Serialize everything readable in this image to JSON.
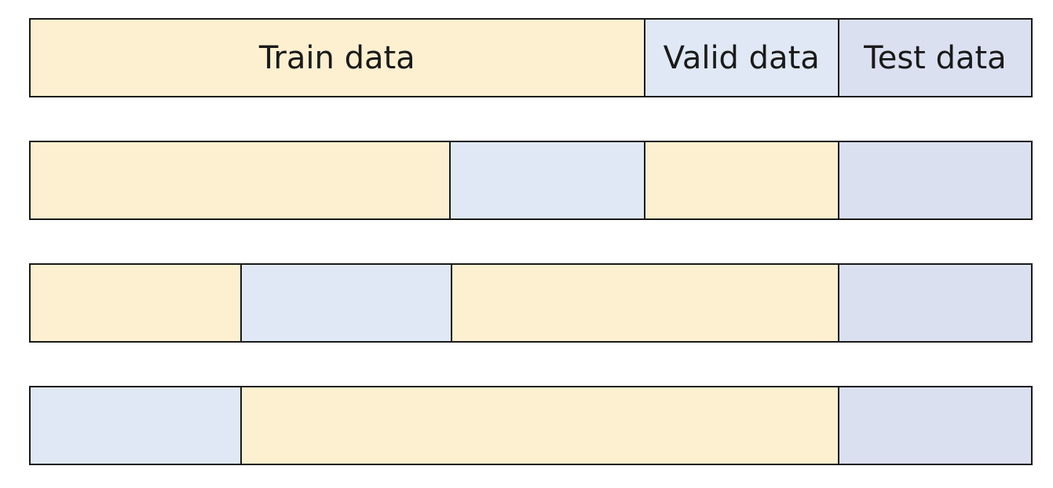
{
  "labels": {
    "train": "Train data",
    "valid": "Valid data",
    "test": "Test data"
  },
  "colors": {
    "train": "#fcf0d0",
    "valid": "#dfe8f4",
    "test": "#dbe0f1",
    "border": "#1a1a1a"
  },
  "rows": [
    [
      "train",
      "valid",
      "test"
    ],
    [
      "train",
      "valid",
      "train",
      "test"
    ],
    [
      "train",
      "valid",
      "train",
      "test"
    ],
    [
      "valid",
      "train",
      "test"
    ]
  ]
}
